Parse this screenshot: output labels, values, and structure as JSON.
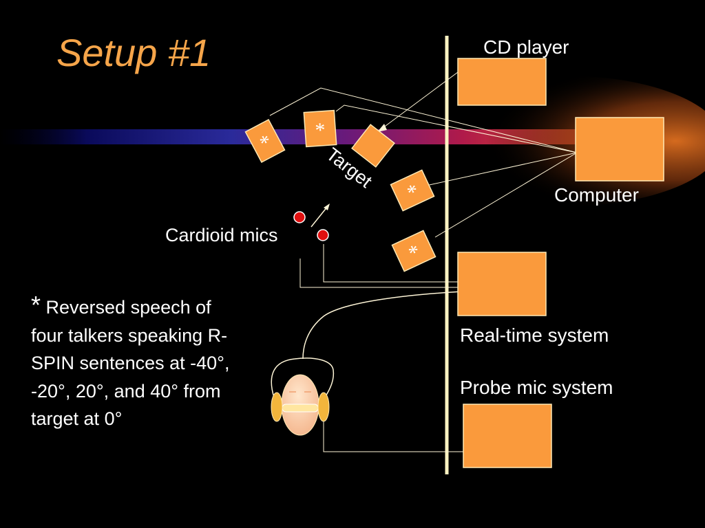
{
  "slide": {
    "title": "Setup #1",
    "footnote_star": "*",
    "footnote_text": "Reversed speech of four talkers speaking R-SPIN sentences at -40°, -20°, 20°, and 40° from target at 0°"
  },
  "labels": {
    "cd_player": "CD player",
    "computer": "Computer",
    "realtime": "Real-time system",
    "probe": "Probe mic system",
    "mics": "Cardioid mics",
    "target": "Target"
  },
  "speaker_marks": [
    "*",
    "*",
    "*",
    "*"
  ],
  "colors": {
    "box_fill": "#fa9a3c",
    "box_border": "#ffe9b4",
    "title": "#f6a54a",
    "divider": "#fff3c2",
    "mic": "#e01010",
    "background": "#000000"
  }
}
